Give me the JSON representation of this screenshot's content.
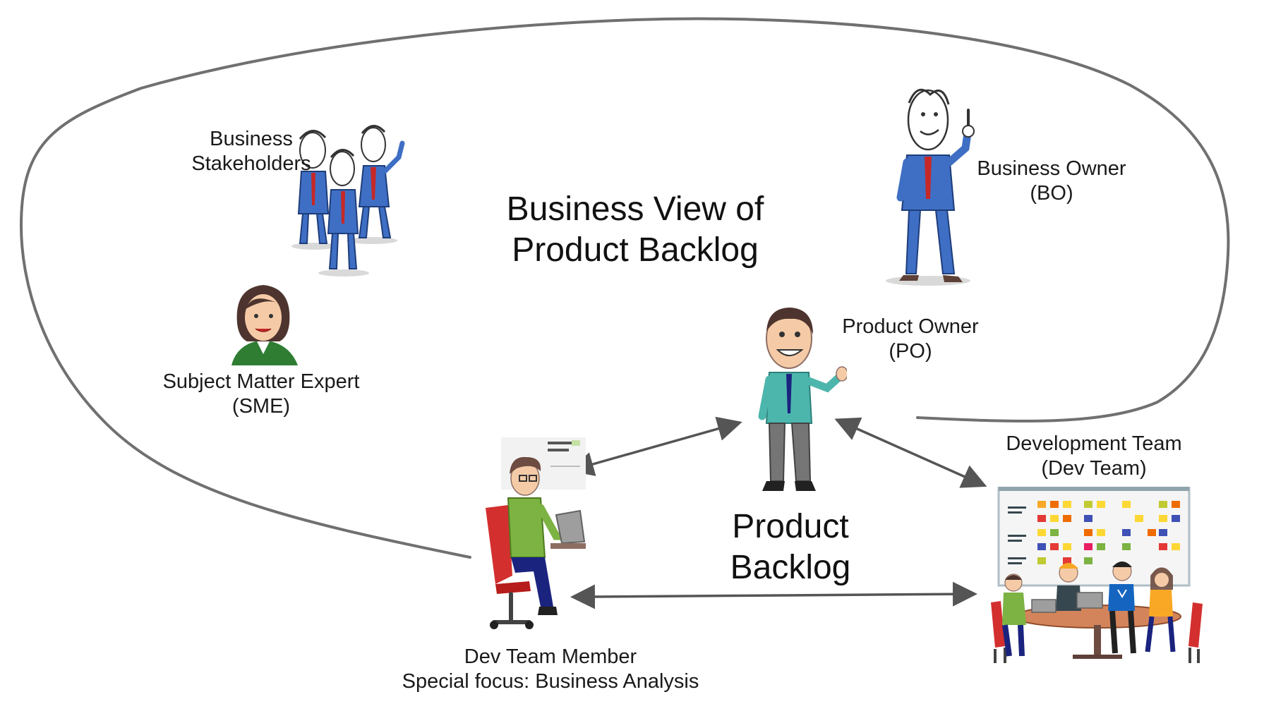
{
  "diagram": {
    "business_view_title": {
      "line1": "Business View of",
      "line2": "Product Backlog"
    },
    "product_backlog_title": {
      "line1": "Product",
      "line2": "Backlog"
    },
    "roles": {
      "business_stakeholders": {
        "line1": "Business",
        "line2": "Stakeholders"
      },
      "business_owner": {
        "line1": "Business Owner",
        "line2": "(BO)"
      },
      "subject_matter_expert": {
        "line1": "Subject Matter Expert",
        "line2": "(SME)"
      },
      "product_owner": {
        "line1": "Product Owner",
        "line2": "(PO)"
      },
      "development_team": {
        "line1": "Development Team",
        "line2": "(Dev Team)"
      },
      "dev_team_member": {
        "line1": "Dev Team Member",
        "line2": "Special focus: Business Analysis"
      }
    },
    "colors": {
      "boundary_line": "#707070",
      "arrow": "#555555",
      "suit_blue": "#3f6fc4",
      "tie_red": "#c62828",
      "shirt_green": "#7cb342",
      "shirt_teal": "#4db6ac",
      "chair_red": "#d32f2f"
    },
    "icons": {
      "stakeholders": "business-stakeholders-illustration",
      "owner": "business-owner-illustration",
      "sme": "sme-portrait-illustration",
      "po": "product-owner-illustration",
      "member": "dev-team-member-illustration",
      "team": "dev-team-board-illustration"
    }
  }
}
